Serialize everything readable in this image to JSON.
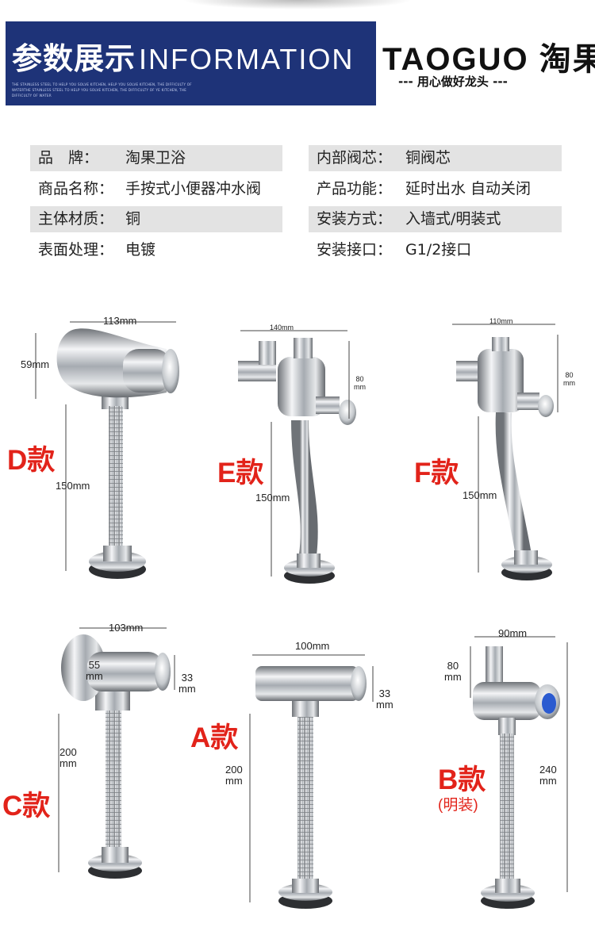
{
  "header": {
    "title_cn": "参数展示",
    "title_en": "INFORMATION",
    "subtext": "THE STAINLESS STEEL TO HELP YOU SOLVE KITCHEN, HELP YOU SOLVE KITCHEN, THE DIFFICULTY OF WATERTHE STAINLESS STEEL TO HELP YOU SOLVE KITCHEN, THE DIFFICULTY OF YE KITCHEN, THE DIFFICULTY OF WATER"
  },
  "brand": {
    "logo_en": "TAOGUO",
    "logo_cn": "淘果",
    "slogan": "--- 用心做好龙头 ---"
  },
  "specs_left": [
    {
      "key": "品　牌：",
      "value": "淘果卫浴"
    },
    {
      "key": "商品名称：",
      "value": "手按式小便器冲水阀"
    },
    {
      "key": "主体材质：",
      "value": "铜"
    },
    {
      "key": "表面处理：",
      "value": "电镀"
    }
  ],
  "specs_right": [
    {
      "key": "内部阀芯：",
      "value": "铜阀芯"
    },
    {
      "key": "产品功能：",
      "value": "延时出水 自动关闭"
    },
    {
      "key": "安装方式：",
      "value": "入墙式/明装式"
    },
    {
      "key": "安装接口：",
      "value": "G1/2接口"
    }
  ],
  "models": {
    "D": {
      "label": "D款",
      "width": "113mm",
      "height": "59mm",
      "pipe": "150mm"
    },
    "E": {
      "label": "E款",
      "width": "140mm",
      "height": "80\nmm",
      "pipe": "150mm"
    },
    "F": {
      "label": "F款",
      "width": "110mm",
      "height": "80\nmm",
      "pipe": "150mm"
    },
    "C": {
      "label": "C款",
      "width": "103mm",
      "inner": "55\nmm",
      "height": "33\nmm",
      "pipe": "200\nmm"
    },
    "A": {
      "label": "A款",
      "width": "100mm",
      "height": "33\nmm",
      "pipe": "200\nmm"
    },
    "B": {
      "label": "B款",
      "note": "(明装)",
      "width": "90mm",
      "height": "80\nmm",
      "pipe": "240\nmm"
    }
  },
  "colors": {
    "banner": "#1e3378",
    "accent_red": "#e2231a",
    "row_shade": "#e3e3e3"
  }
}
